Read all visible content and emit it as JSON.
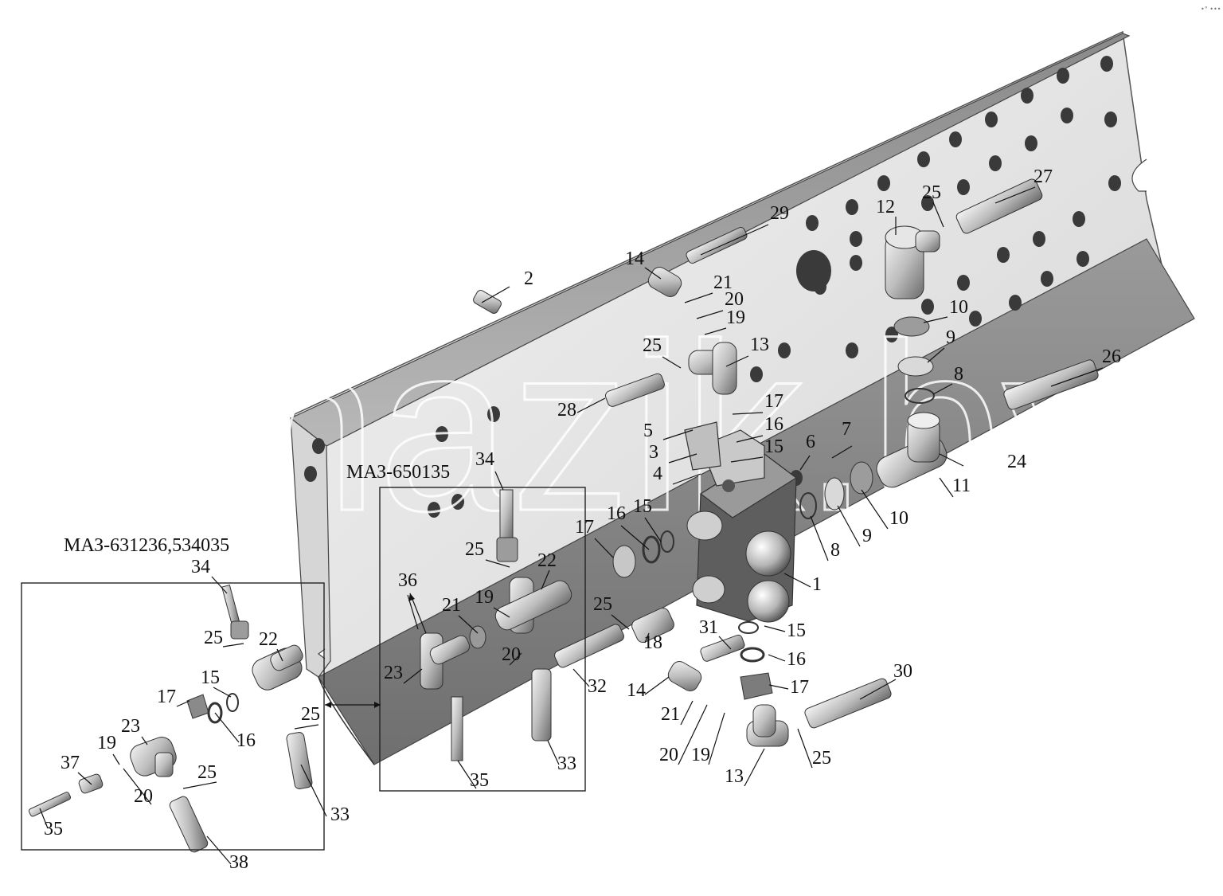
{
  "variants": {
    "model_650135": "МАЗ-650135",
    "model_631236": "МАЗ-631236,534035"
  },
  "watermark": "mazik.by",
  "corner_mark": "•° •••",
  "callouts": [
    "2",
    "29",
    "14",
    "21",
    "20",
    "19",
    "25",
    "13",
    "28",
    "17",
    "16",
    "5",
    "15",
    "3",
    "4",
    "6",
    "7",
    "12",
    "25",
    "27",
    "10",
    "9",
    "8",
    "26",
    "24",
    "11",
    "10",
    "9",
    "8",
    "1",
    "34",
    "17",
    "16",
    "15",
    "25",
    "22",
    "36",
    "21",
    "19",
    "25",
    "20",
    "23",
    "32",
    "18",
    "31",
    "15",
    "16",
    "14",
    "17",
    "30",
    "21",
    "20",
    "19",
    "13",
    "25",
    "33",
    "35",
    "34",
    "25",
    "22",
    "15",
    "17",
    "23",
    "19",
    "37",
    "20",
    "25",
    "16",
    "25",
    "33",
    "35",
    "38"
  ],
  "colors": {
    "frame_light": "#dcdcdc",
    "frame_mid": "#a9a9a9",
    "frame_dark": "#7a7a7a",
    "hole": "#3a3a3a",
    "part_light": "#e8e8e8",
    "part_dark": "#6e6e6e"
  }
}
